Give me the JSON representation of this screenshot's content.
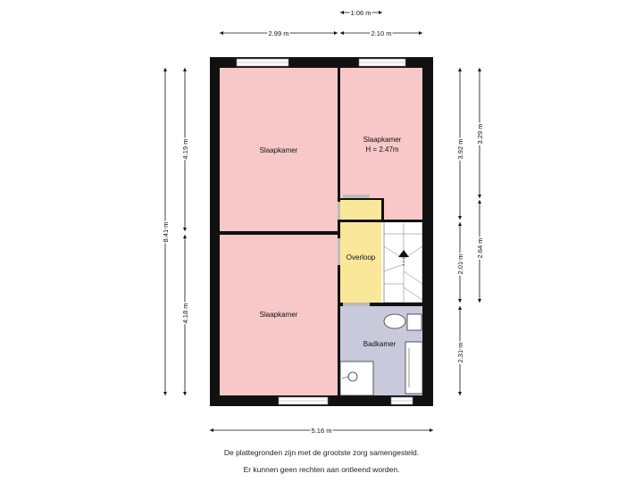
{
  "rooms": {
    "bedroom_top_left": "Slaapkamer",
    "bedroom_top_right": "Slaapkamer",
    "bedroom_top_right_height": "H = 2.47m",
    "landing": "Overloop",
    "bedroom_bottom_left": "Slaapkamer",
    "bathroom": "Badkamer"
  },
  "dimensions": {
    "top_small": "1.06 m",
    "top_left": "2.99 m",
    "top_right": "2.10 m",
    "left_total": "8.41 m",
    "left_upper": "4.19 m",
    "left_lower": "4.18 m",
    "right_inner_upper": "3.92 m",
    "right_inner_middle": "2.01 m",
    "right_inner_lower": "2.31 m",
    "right_outer_upper": "3.29 m",
    "right_outer_lower": "2.64 m",
    "bottom_total": "5.16 m"
  },
  "notes": {
    "line1": "De plattegronden zijn met de grootste zorg samengesteld.",
    "line2": "Er kunnen geen rechten aan ontleend worden."
  },
  "colors": {
    "bedroom": "#f8c8c8",
    "landing": "#fbe79a",
    "bathroom": "#c9c9dc",
    "wall": "#111111"
  }
}
